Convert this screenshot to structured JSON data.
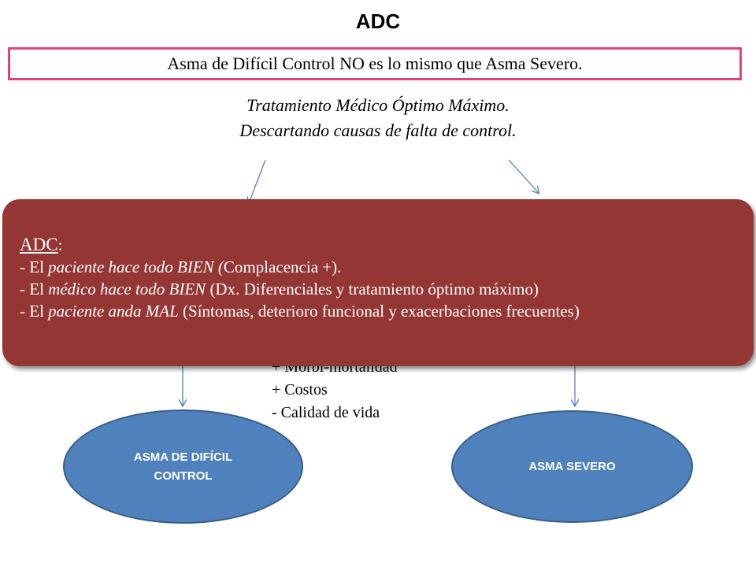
{
  "title": "ADC",
  "definition": "Asma de Difícil Control NO es lo mismo que Asma Severo.",
  "treatment": {
    "line1": "Tratamiento Médico Óptimo Máximo.",
    "line2": "Descartando causas de falta de control."
  },
  "consequences": {
    "line1": "+ Morbi-mortalidad",
    "line2": "+ Costos",
    "line3": "- Calidad de vida"
  },
  "adc_box": {
    "heading": "ADC",
    "heading_suffix": ":",
    "item1_prefix": "- El ",
    "item1_italic": "paciente hace todo BIEN (",
    "item1_rest": "Complacencia +).",
    "item2_prefix": "- El ",
    "item2_italic": "médico hace todo BIEN",
    "item2_rest": " (Dx. Diferenciales y tratamiento óptimo máximo)",
    "item3_prefix": "- El ",
    "item3_italic": "paciente anda MAL",
    "item3_rest": " (Síntomas, deterioro funcional y exacerbaciones frecuentes)"
  },
  "ellipses": {
    "left_line1": "ASMA DE DIFÍCIL",
    "left_line2": "CONTROL",
    "right": "ASMA SEVERO"
  },
  "colors": {
    "accent_border": "#e0457a",
    "red_box": "#943634",
    "ellipse_fill": "#4f81bd",
    "arrow": "#4f81bd"
  }
}
